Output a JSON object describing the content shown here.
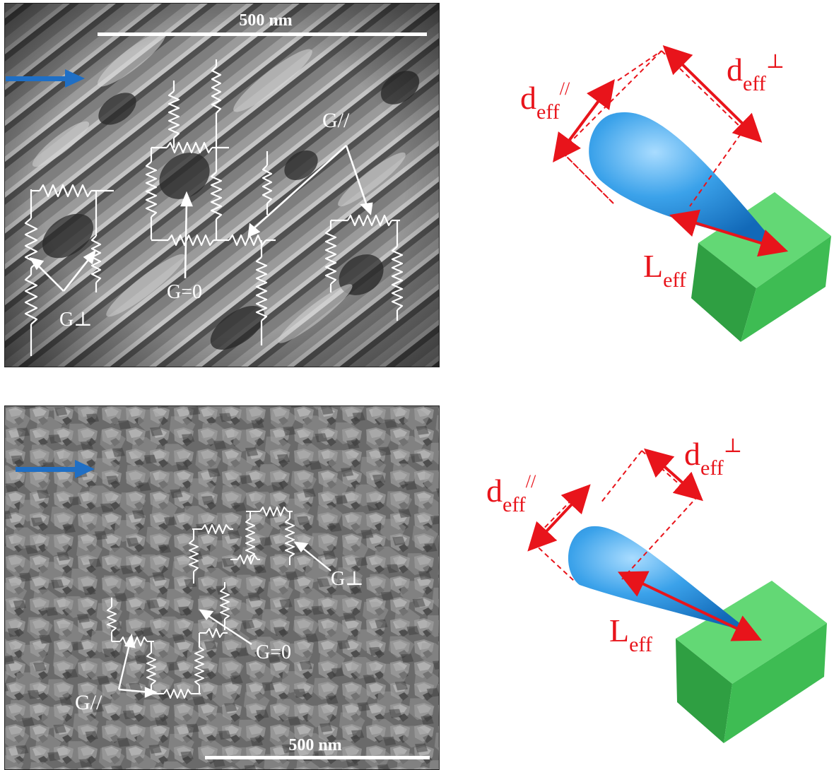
{
  "colors": {
    "annotation_red": "#e8141b",
    "arrow_blue": "#1f6fc5",
    "droplet_blue": "#2f95e0",
    "block_green": "#3fbf55",
    "sem_gray": "#7b7b7b",
    "spring_white": "#ffffff"
  },
  "icons": {
    "direction_arrow": "right-arrow-icon",
    "spring": "spring-resistor-icon"
  },
  "top_panel": {
    "scale_bar_label": "500 nm",
    "labels": {
      "g_parallel": "G//",
      "g_zero": "G=0",
      "g_perp": "G⊥"
    }
  },
  "bottom_panel": {
    "scale_bar_label": "500 nm",
    "labels": {
      "g_perp": "G⊥",
      "g_zero": "G=0",
      "g_parallel": "G//"
    }
  },
  "schematic_top": {
    "d_par_main": "d",
    "d_par_sub": "eff",
    "d_par_sup": "//",
    "d_perp_main": "d",
    "d_perp_sub": "eff",
    "d_perp_sup": "⊥",
    "l_main": "L",
    "l_sub": "eff"
  },
  "schematic_bottom": {
    "d_par_main": "d",
    "d_par_sub": "eff",
    "d_par_sup": "//",
    "d_perp_main": "d",
    "d_perp_sub": "eff",
    "d_perp_sup": "⊥",
    "l_main": "L",
    "l_sub": "eff"
  }
}
